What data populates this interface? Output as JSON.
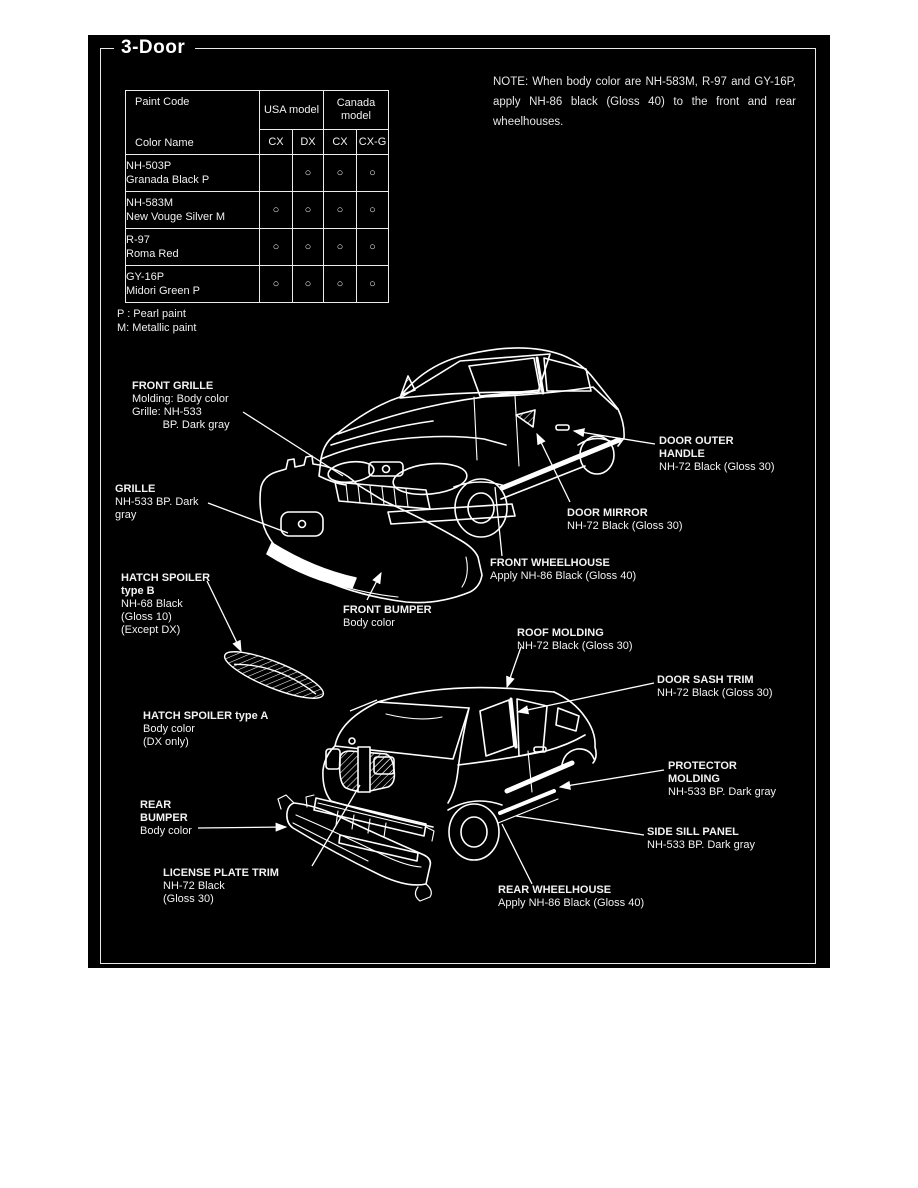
{
  "page": {
    "section_title": "3-Door",
    "colors": {
      "background": "#000000",
      "ink": "#ffffff",
      "page": "#ffffff"
    }
  },
  "note": {
    "text": "NOTE: When body color are NH-583M, R-97 and GY-16P, apply NH-86 black (Gloss 40) to the front and rear wheelhouses."
  },
  "paint_table": {
    "corner": {
      "top": "Paint Code",
      "bottom": "Color Name"
    },
    "groups": [
      {
        "label": "USA model"
      },
      {
        "label": "Canada model"
      }
    ],
    "subcolumns": [
      "CX",
      "DX",
      "CX",
      "CX-G"
    ],
    "mark_symbol": "○",
    "rows": [
      {
        "code": "NH-503P",
        "name": "Granada Black P",
        "marks": [
          "",
          "○",
          "○",
          "○"
        ]
      },
      {
        "code": "NH-583M",
        "name": "New Vouge Silver M",
        "marks": [
          "○",
          "○",
          "○",
          "○"
        ]
      },
      {
        "code": "R-97",
        "name": "Roma Red",
        "marks": [
          "○",
          "○",
          "○",
          "○"
        ]
      },
      {
        "code": "GY-16P",
        "name": "Midori Green P",
        "marks": [
          "○",
          "○",
          "○",
          "○"
        ]
      }
    ],
    "footnotes": [
      "P : Pearl paint",
      "M: Metallic paint"
    ]
  },
  "front_view": {
    "labels": [
      {
        "id": "front-grille",
        "title": "FRONT GRILLE",
        "lines": [
          "Molding: Body color",
          "Grille: NH-533",
          "          BP. Dark gray"
        ]
      },
      {
        "id": "grille",
        "title": "GRILLE",
        "lines": [
          "NH-533 BP. Dark",
          "gray"
        ]
      },
      {
        "id": "hatch-spoiler-type-b",
        "title": [
          "HATCH SPOILER",
          "type B"
        ],
        "lines": [
          "NH-68 Black",
          "(Gloss 10)",
          "(Except DX)"
        ]
      },
      {
        "id": "front-bumper",
        "title": "FRONT BUMPER",
        "lines": [
          "Body color"
        ]
      },
      {
        "id": "door-outer-handle",
        "title": [
          "DOOR OUTER",
          "HANDLE"
        ],
        "lines": [
          "NH-72 Black (Gloss 30)"
        ]
      },
      {
        "id": "door-mirror",
        "title": "DOOR MIRROR",
        "lines": [
          "NH-72 Black (Gloss 30)"
        ]
      },
      {
        "id": "front-wheelhouse",
        "title": "FRONT WHEELHOUSE",
        "lines": [
          "Apply NH-86 Black (Gloss 40)"
        ]
      }
    ]
  },
  "rear_view": {
    "labels": [
      {
        "id": "roof-molding",
        "title": "ROOF MOLDING",
        "lines": [
          "NH-72 Black (Gloss 30)"
        ]
      },
      {
        "id": "door-sash-trim",
        "title": "DOOR SASH TRIM",
        "lines": [
          "NH-72 Black (Gloss 30)"
        ]
      },
      {
        "id": "hatch-spoiler-type-a",
        "title": "HATCH SPOILER type A",
        "lines": [
          "Body color",
          "(DX only)"
        ]
      },
      {
        "id": "protector-molding",
        "title": [
          "PROTECTOR",
          "MOLDING"
        ],
        "lines": [
          "NH-533 BP. Dark gray"
        ]
      },
      {
        "id": "rear-bumper",
        "title": [
          "REAR",
          "BUMPER"
        ],
        "lines": [
          "Body color"
        ]
      },
      {
        "id": "side-sill-panel",
        "title": "SIDE SILL PANEL",
        "lines": [
          "NH-533 BP. Dark gray"
        ]
      },
      {
        "id": "license-plate-trim",
        "title": "LICENSE PLATE TRIM",
        "lines": [
          "NH-72 Black",
          "(Gloss 30)"
        ]
      },
      {
        "id": "rear-wheelhouse",
        "title": "REAR WHEELHOUSE",
        "lines": [
          "Apply NH-86 Black (Gloss 40)"
        ]
      }
    ]
  }
}
